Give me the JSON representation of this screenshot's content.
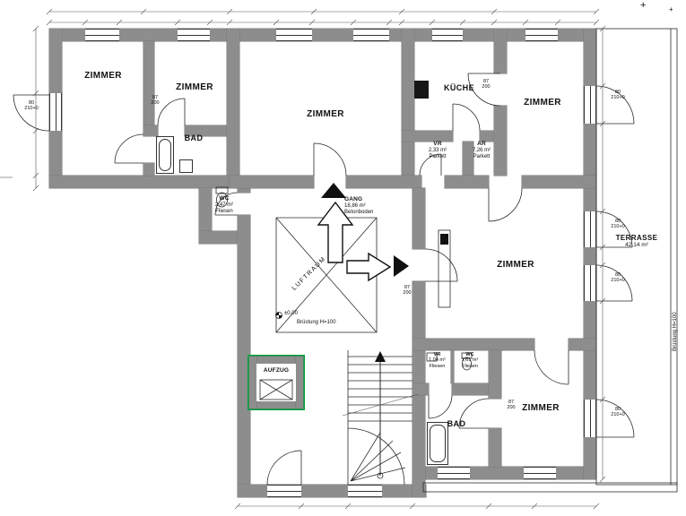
{
  "drawing": {
    "crop_mark": "+"
  },
  "colors": {
    "wall": "#8d8d8d",
    "line": "#2a2a2a",
    "elevator": "#00a33c",
    "background": "#ffffff"
  },
  "rooms": [
    {
      "name": "ZIMMER"
    },
    {
      "name": "ZIMMER"
    },
    {
      "name": "BAD"
    },
    {
      "name": "ZIMMER"
    },
    {
      "name": "KÜCHE"
    },
    {
      "name": "ZIMMER"
    },
    {
      "name": "VR",
      "area": "2,33 m²",
      "floor": "Parkett"
    },
    {
      "name": "AR",
      "area": "7,26 m²",
      "floor": "Parkett"
    },
    {
      "name": "WC",
      "area": "2,47 m²",
      "floor": "Fliesen"
    },
    {
      "name": "GANG",
      "area": "18,86 m²",
      "floor": "Betonboden"
    },
    {
      "name": "ZIMMER"
    },
    {
      "name": "TERRASSE",
      "area": "42,14 m²"
    },
    {
      "name": "AUFZUG"
    },
    {
      "name": "VR",
      "area": "1,04 m²",
      "floor": "Fliesen"
    },
    {
      "name": "WC",
      "area": "1,61 m²",
      "floor": "Fliesen"
    },
    {
      "name": "BAD"
    },
    {
      "name": "ZIMMER"
    }
  ],
  "annotations": {
    "luftraum": "LUFTRAUM",
    "level": "±0,00",
    "parapet": "Brüstung H=100",
    "parapet_right": "Brüstung H=100"
  },
  "openings": {
    "window_w": "80",
    "window_h": "210+0",
    "door_w": "87",
    "door_h": "200"
  }
}
